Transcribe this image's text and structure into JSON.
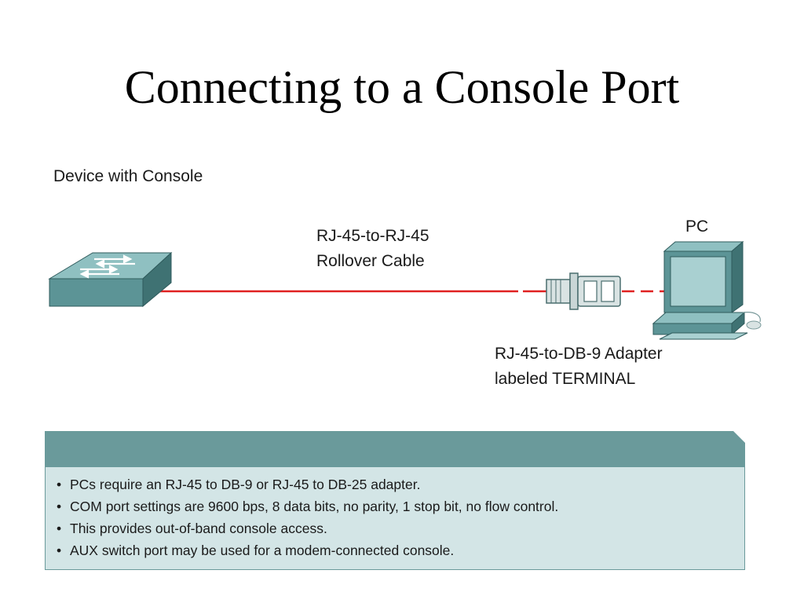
{
  "title": "Connecting to a Console Port",
  "labels": {
    "device": "Device with Console",
    "cable_line1": "RJ-45-to-RJ-45",
    "cable_line2": "Rollover Cable",
    "pc": "PC",
    "adapter_line1": "RJ-45-to-DB-9 Adapter",
    "adapter_line2": "labeled TERMINAL"
  },
  "icons": {
    "device": "switch-icon",
    "adapter": "db9-adapter-icon",
    "pc": "pc-icon"
  },
  "colors": {
    "cable": "#e02020",
    "device_teal": "#5c9496",
    "panel_header": "#6a9a9b",
    "panel_body": "#d3e5e6"
  },
  "notes": [
    "PCs require an RJ-45 to DB-9 or RJ-45 to DB-25 adapter.",
    "COM port settings are 9600 bps, 8 data bits, no parity, 1 stop bit, no flow control.",
    "This provides out-of-band console access.",
    "AUX switch port may be used for a modem-connected console."
  ]
}
